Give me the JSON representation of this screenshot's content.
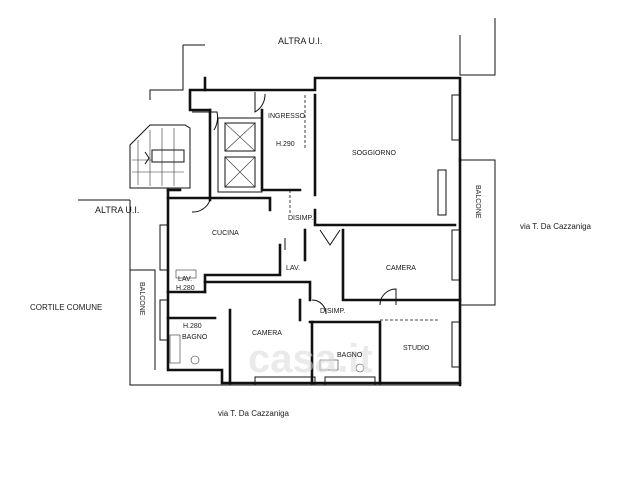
{
  "labels": {
    "altra_ui_top": "ALTRA U.I.",
    "altra_ui_left": "ALTRA U.I.",
    "ingresso": "INGRESSO",
    "h290": "H.290",
    "soggiorno": "SOGGIORNO",
    "disimp_top": "DISIMP.",
    "cucina": "CUCINA",
    "lav_right": "LAV.",
    "lav_left": "LAV.",
    "h280_lav": "H.280",
    "camera_right": "CAMERA",
    "disimp_bottom": "DISIMP.",
    "h280_bagno": "H.280",
    "bagno_left": "BAGNO",
    "camera_bottom": "CAMERA",
    "bagno_bottom": "BAGNO",
    "studio": "STUDIO",
    "balcone_right": "BALCONE",
    "balcone_left": "BALCONE",
    "cortile_comune": "CORTILE COMUNE",
    "via_right": "via T. Da Cazzaniga",
    "via_bottom": "via T. Da Cazzaniga"
  },
  "watermark": {
    "text": "casa.it",
    "color": "#d9d9d9"
  },
  "colors": {
    "line": "#111111",
    "background": "#ffffff"
  }
}
